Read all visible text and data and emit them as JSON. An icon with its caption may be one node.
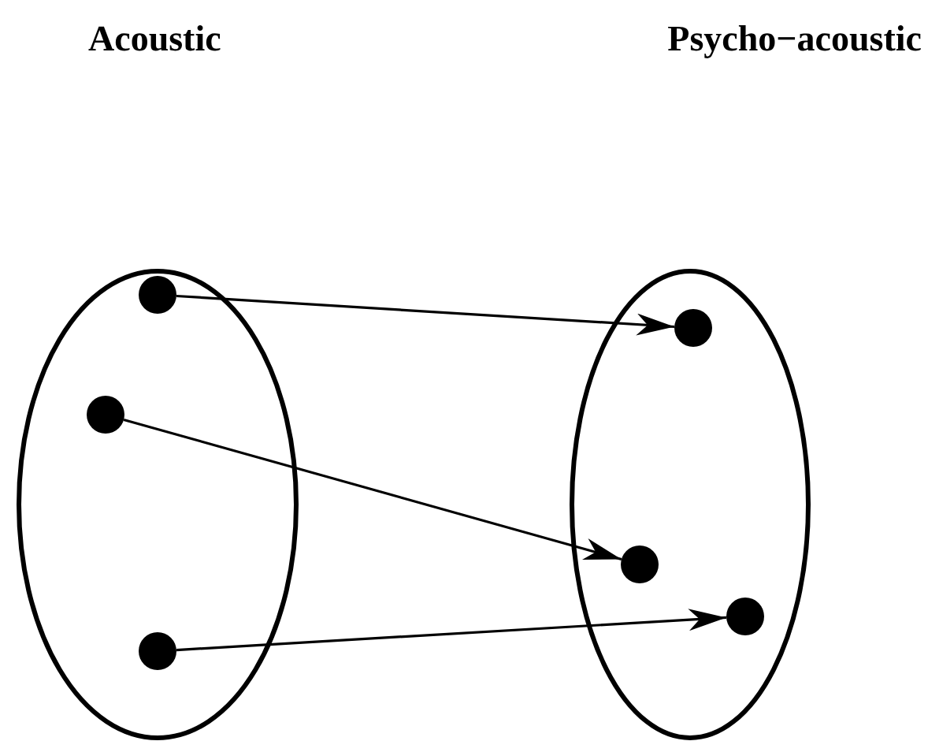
{
  "diagram": {
    "nodes": [
      {
        "text": [],
        "shape": "ellipse"
      },
      {
        "text": [],
        "shape": "ellipse"
      },
      {
        "text": [],
        "shape": "circle",
        "in": 0
      },
      {
        "text": [],
        "shape": "circle",
        "in": 0
      },
      {
        "text": [],
        "shape": "circle",
        "in": 0
      },
      {
        "text": [],
        "shape": "circle",
        "in": 1
      },
      {
        "text": [],
        "shape": "circle",
        "in": 1
      },
      {
        "text": [],
        "shape": "circle",
        "in": 1
      }
    ],
    "edges": [
      {
        "from": 2,
        "to": 5,
        "arrow": "to"
      },
      {
        "from": 3,
        "to": 6,
        "arrow": "to"
      },
      {
        "from": 4,
        "to": 7,
        "arrow": "to"
      }
    ],
    "labels": [
      "Acoustic",
      "Psycho−acoustic"
    ]
  }
}
